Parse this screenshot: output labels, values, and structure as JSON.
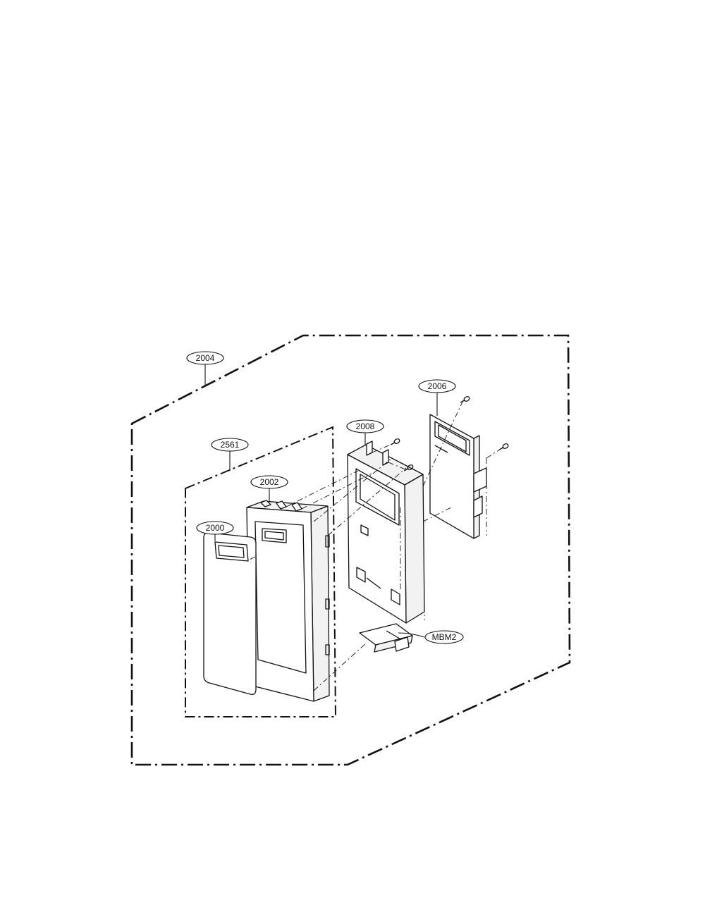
{
  "diagram": {
    "part_labels": {
      "assembly_outer": "2004",
      "assembly_inner": "2561",
      "door_panel": "2000",
      "door_frame": "2002",
      "choke_frame": "2008",
      "pcb_panel": "2006",
      "hinge_part": "MBM2"
    }
  }
}
